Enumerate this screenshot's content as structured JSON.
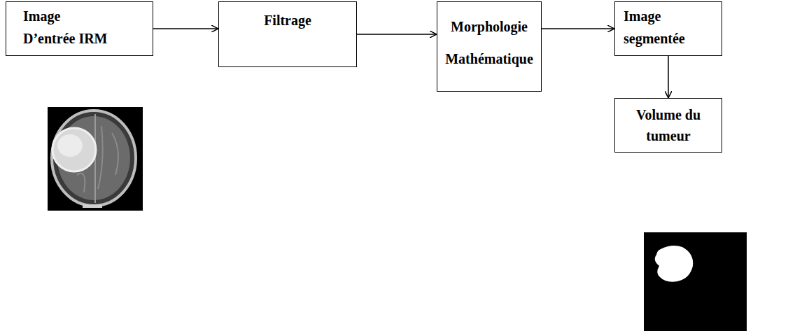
{
  "diagram": {
    "nodes": [
      {
        "text": [
          "Image D’entrée IRM"
        ]
      },
      {
        "text": [
          "Filtrage"
        ]
      },
      {
        "text": [
          "Morphologie Mathématique"
        ]
      },
      {
        "text": [
          "Image segmentée"
        ]
      },
      {
        "text": [
          "Volume du tumeur"
        ]
      }
    ],
    "edges": [
      {
        "from": 0,
        "to": 1,
        "arrow": "to"
      },
      {
        "from": 1,
        "to": 2,
        "arrow": "to"
      },
      {
        "from": 2,
        "to": 3,
        "arrow": "to"
      },
      {
        "from": 3,
        "to": 4,
        "arrow": "to"
      }
    ]
  }
}
